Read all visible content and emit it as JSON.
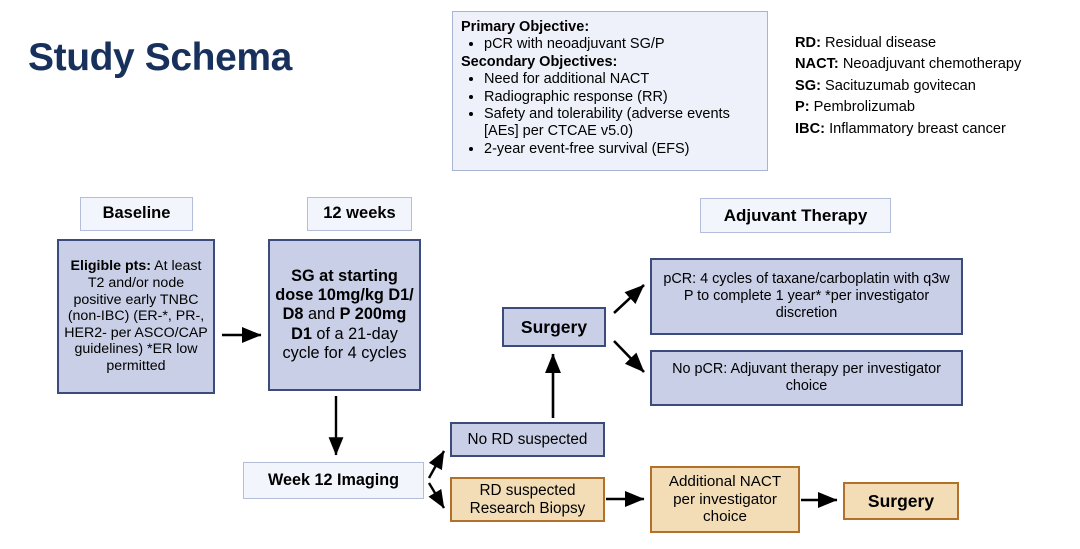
{
  "title": "Study Schema",
  "objectives": {
    "primary_title": "Primary Objective:",
    "primary_items": [
      "pCR with neoadjuvant SG/P"
    ],
    "secondary_title": "Secondary Objectives:",
    "secondary_items": [
      "Need for additional NACT",
      "Radiographic response (RR)",
      "Safety and tolerability (adverse events [AEs] per CTCAE v5.0)",
      "2-year event-free survival (EFS)"
    ]
  },
  "legend": {
    "items": [
      {
        "abbr": "RD:",
        "definition": "Residual disease"
      },
      {
        "abbr": "NACT:",
        "definition": "Neoadjuvant chemotherapy"
      },
      {
        "abbr": "SG:",
        "definition": "Sacituzumab govitecan"
      },
      {
        "abbr": "P:",
        "definition": "Pembrolizumab"
      },
      {
        "abbr": "IBC:",
        "definition": "Inflammatory breast cancer"
      }
    ]
  },
  "flow": {
    "baseline_header": "Baseline",
    "baseline_body": {
      "lead": "Eligible pts:",
      "rest": " At least T2 and/or node positive early TNBC (non-IBC) (ER-*, PR-, HER2- per ASCO/CAP guidelines) *ER low permitted"
    },
    "weeks_header": "12 weeks",
    "treatment_body": {
      "p1": "SG at starting dose 10mg/kg D1/ D8",
      "p2": " and ",
      "p3": "P 200mg D1",
      "p4": " of a 21-day cycle for 4 cycles"
    },
    "adjuvant_header": "Adjuvant Therapy",
    "surgery_label": "Surgery",
    "pcr_box": "pCR: 4 cycles of taxane/carboplatin with q3w P to complete 1 year* *per investigator discretion",
    "no_pcr_box": "No pCR: Adjuvant therapy per investigator choice",
    "imaging_label": "Week 12 Imaging",
    "no_rd_label": "No RD suspected",
    "rd_label": "RD suspected Research Biopsy",
    "additional_nact_label": "Additional NACT per investigator choice",
    "surgery2_label": "Surgery"
  },
  "colors": {
    "title_navy": "#18305c",
    "process_fill": "#c9cfe6",
    "process_border": "#3c4a7c",
    "header_fill": "#f2f5fb",
    "header_border": "#b4bedb",
    "tan_fill": "#f2ddb7",
    "tan_border": "#b2702a",
    "arrow": "#000000"
  }
}
